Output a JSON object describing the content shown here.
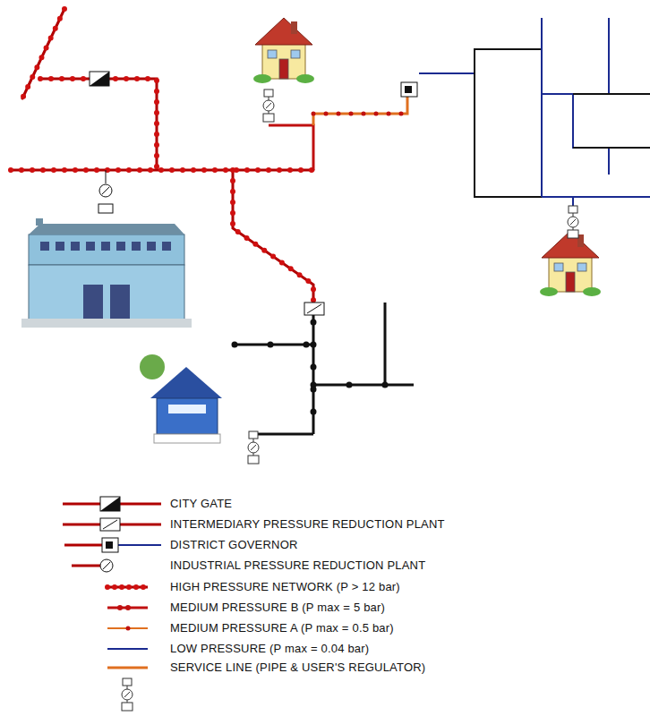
{
  "diagram": {
    "legend": [
      {
        "text": "CITY GATE"
      },
      {
        "text": "INTERMEDIARY PRESSURE REDUCTION PLANT"
      },
      {
        "text": "DISTRICT GOVERNOR"
      },
      {
        "text": "INDUSTRIAL PRESSURE REDUCTION PLANT"
      },
      {
        "text": "HIGH PRESSURE NETWORK (P > 12 bar)"
      },
      {
        "text": "MEDIUM PRESSURE B (P max = 5 bar)"
      },
      {
        "text": "MEDIUM PRESSURE A (P max = 0.5 bar)"
      },
      {
        "text": "LOW PRESSURE (P max = 0.04 bar)"
      },
      {
        "text": "SERVICE LINE (PIPE & USER'S REGULATOR)"
      }
    ]
  }
}
